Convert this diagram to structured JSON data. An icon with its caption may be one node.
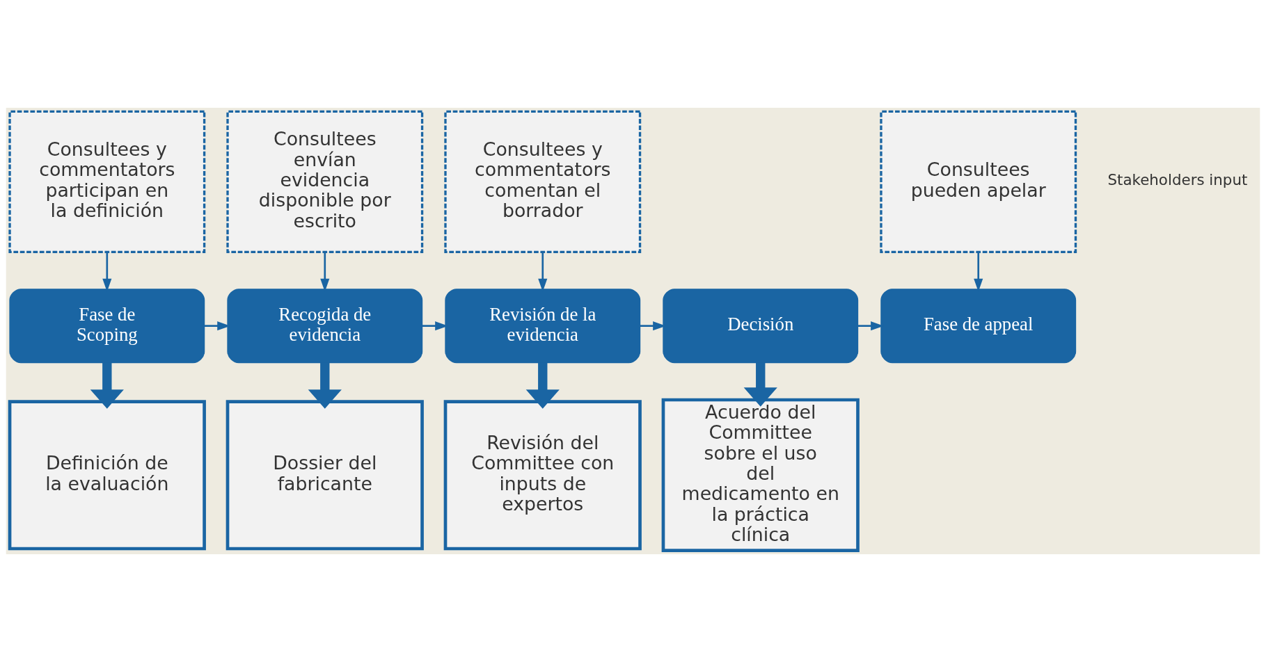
{
  "diagram": {
    "nodes": [
      {
        "text": [
          "Consultees y commentators participan en la definición"
        ]
      },
      {
        "text": [
          "Consultees envían evidencia disponible por escrito"
        ]
      },
      {
        "text": [
          "Consultees y commentators comentan el borrador"
        ]
      },
      {
        "text": [
          "Consultees pueden apelar"
        ]
      },
      {
        "text": [
          "Fase de Scoping"
        ]
      },
      {
        "text": [
          "Recogida de evidencia"
        ]
      },
      {
        "text": [
          "Revisión de la evidencia"
        ]
      },
      {
        "text": [
          "Decisión"
        ]
      },
      {
        "text": [
          "Fase de appeal"
        ]
      },
      {
        "text": [
          "Definición de la evaluación"
        ]
      },
      {
        "text": [
          "Dossier del fabricante"
        ]
      },
      {
        "text": [
          "Revisión del Committee con inputs de expertos"
        ]
      },
      {
        "text": [
          "Acuerdo del Committee sobre el uso del medicamento en la práctica clínica"
        ]
      }
    ],
    "edges": [
      {
        "from": 0,
        "to": 4,
        "arrow": "to"
      },
      {
        "from": 1,
        "to": 5,
        "arrow": "to"
      },
      {
        "from": 2,
        "to": 6,
        "arrow": "to"
      },
      {
        "from": 3,
        "to": 8,
        "arrow": "to"
      },
      {
        "from": 4,
        "to": 5,
        "arrow": "to"
      },
      {
        "from": 5,
        "to": 6,
        "arrow": "to"
      },
      {
        "from": 6,
        "to": 7,
        "arrow": "to"
      },
      {
        "from": 7,
        "to": 8,
        "arrow": "to"
      },
      {
        "from": 4,
        "to": 9,
        "arrow": "to",
        "style": "thick"
      },
      {
        "from": 5,
        "to": 10,
        "arrow": "to",
        "style": "thick"
      },
      {
        "from": 6,
        "to": 11,
        "arrow": "to",
        "style": "thick"
      },
      {
        "from": 7,
        "to": 12,
        "arrow": "to",
        "style": "thick"
      }
    ],
    "labels": [
      "Stakeholders input"
    ]
  }
}
